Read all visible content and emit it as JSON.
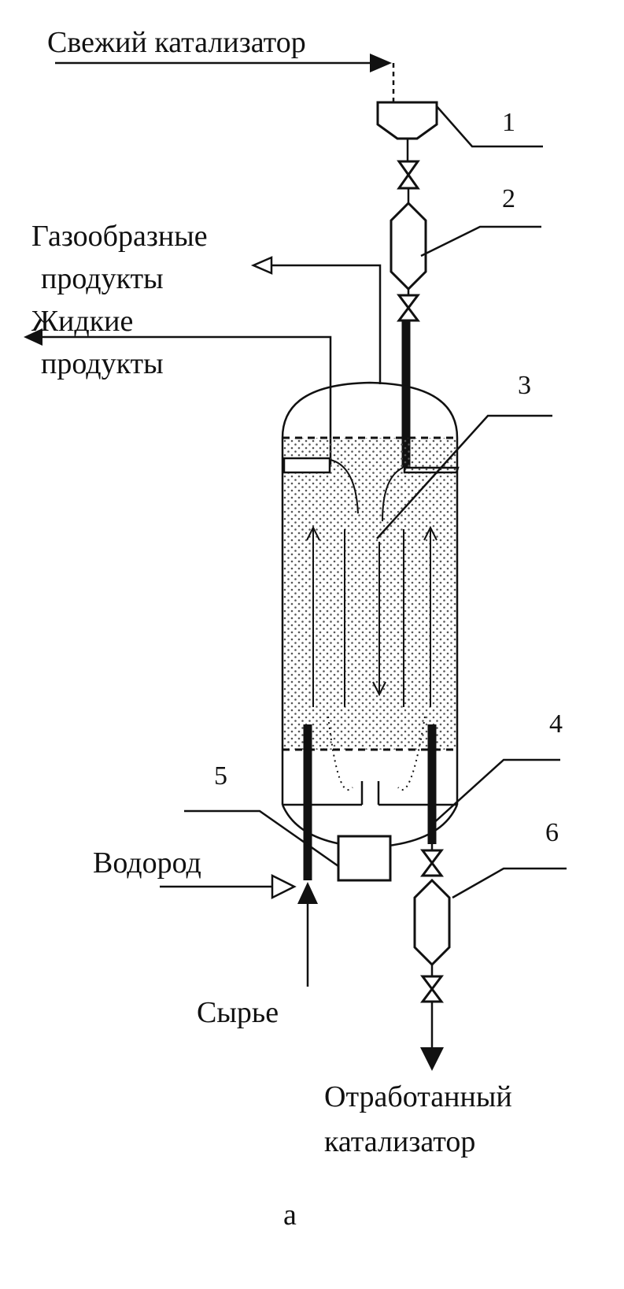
{
  "labels": {
    "fresh_catalyst": "Свежий катализатор",
    "gaseous_products_1": "Газообразные",
    "gaseous_products_2": "продукты",
    "liquid_products_1": "Жидкие",
    "liquid_products_2": "продукты",
    "hydrogen": "Водород",
    "feedstock": "Сырье",
    "spent_catalyst_1": "Отработанный",
    "spent_catalyst_2": "катализатор",
    "caption": "а"
  },
  "callouts": [
    "1",
    "2",
    "3",
    "4",
    "5",
    "6"
  ]
}
